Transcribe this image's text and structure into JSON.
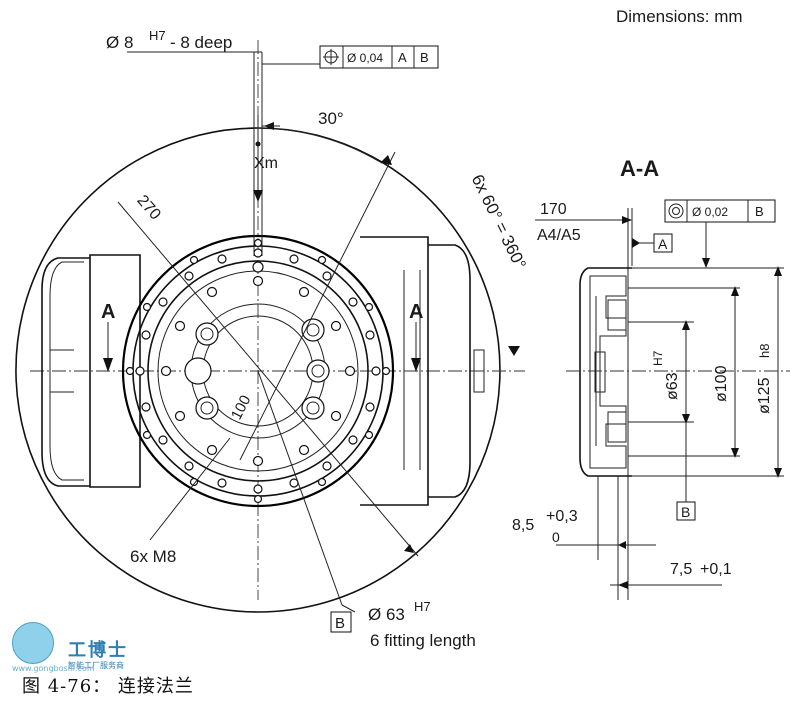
{
  "header": {
    "units": "Dimensions: mm"
  },
  "labels": {
    "dowel": "Ø 8",
    "dowel_tol": "H7",
    "dowel_depth": "- 8 deep",
    "angle_30": "30°",
    "xm": "Xm",
    "angle_270": "270",
    "pattern": "6x 60° = 360°",
    "section_left": "A",
    "section_right": "A",
    "pcd_100": "100",
    "thread": "6x M8",
    "bore": "Ø 63",
    "bore_tol": "H7",
    "fitting": "6 fitting length",
    "datum_b_left": "B"
  },
  "section": {
    "title": "A-A",
    "dim_170": "170",
    "model": "A4/A5",
    "datum_a": "A",
    "datum_b": "B",
    "d63": "ø63",
    "d63_tol": "H7",
    "d100": "ø100",
    "d125": "ø125",
    "d125_tol": "h8",
    "dim_85": "8,5",
    "dim_85_tol": "+0,3",
    "dim_85_tol2": "0",
    "dim_75": "7,5",
    "dim_75_tol": "+0,1"
  },
  "fcf_position": {
    "symbol": "position-icon",
    "value": "Ø 0,04",
    "ref1": "A",
    "ref2": "B"
  },
  "fcf_concentric": {
    "symbol": "concentricity-icon",
    "value": "Ø 0,02",
    "ref1": "B"
  },
  "logo": {
    "title": "工博士",
    "subtitle": "智能工厂服务商",
    "url": "www.gongboshi.com"
  },
  "caption": "图  4-76：  连接法兰"
}
